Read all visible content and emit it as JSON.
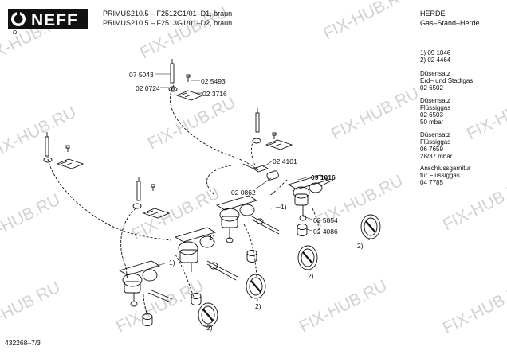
{
  "brand": {
    "logo_text": "NEFF"
  },
  "header": {
    "model_line_1": "PRIMUS210.5 – F2512G1/01–D1, braun",
    "model_line_2": "PRIMUS210.5 – F2513G1/01–D2, braun",
    "category": "HERDE",
    "subcategory": "Gas–Stand–Herde"
  },
  "legend": [
    {
      "id": "l1",
      "text": "1)  09 1046"
    },
    {
      "id": "l2",
      "text": "2)  02 4464"
    },
    {
      "id": "l3",
      "text": "Düsensatz"
    },
    {
      "id": "l4",
      "text": "Erd– und Stadtgas"
    },
    {
      "id": "l5",
      "text": "02 6502"
    },
    {
      "id": "l6",
      "text": "Düsensatz"
    },
    {
      "id": "l7",
      "text": "Flüssiggas"
    },
    {
      "id": "l8",
      "text": "02 6503"
    },
    {
      "id": "l9",
      "text": "50 mbar"
    },
    {
      "id": "l10",
      "text": "Düsensatz"
    },
    {
      "id": "l11",
      "text": "Flüssiggas"
    },
    {
      "id": "l12",
      "text": "06 7659"
    },
    {
      "id": "l13",
      "text": "28/37 mbar"
    },
    {
      "id": "l14",
      "text": "Anschlussgarnitur"
    },
    {
      "id": "l15",
      "text": "für Flüssiggas"
    },
    {
      "id": "l16",
      "text": "04 7785"
    }
  ],
  "part_labels": {
    "p075043": "07 5043",
    "p025493": "02 5493",
    "p020724": "02 0724",
    "p023716": "02 3716",
    "p024101": "02 4101",
    "p091016": "09 1016",
    "p020862": "02 0862",
    "p025054": "02 5054",
    "p024086": "02 4086"
  },
  "callouts": {
    "c1a": "1)",
    "c1b": "1)",
    "c1c": "1)",
    "c2a": "2)",
    "c2b": "2)",
    "c2c": "2)",
    "c2d": "2)"
  },
  "watermark": "FIX-HUB.RU",
  "footer": {
    "drawing_number": "432268–7/3"
  },
  "colors": {
    "line": "#111111",
    "watermark": "#cccccc",
    "background": "#ffffff"
  }
}
